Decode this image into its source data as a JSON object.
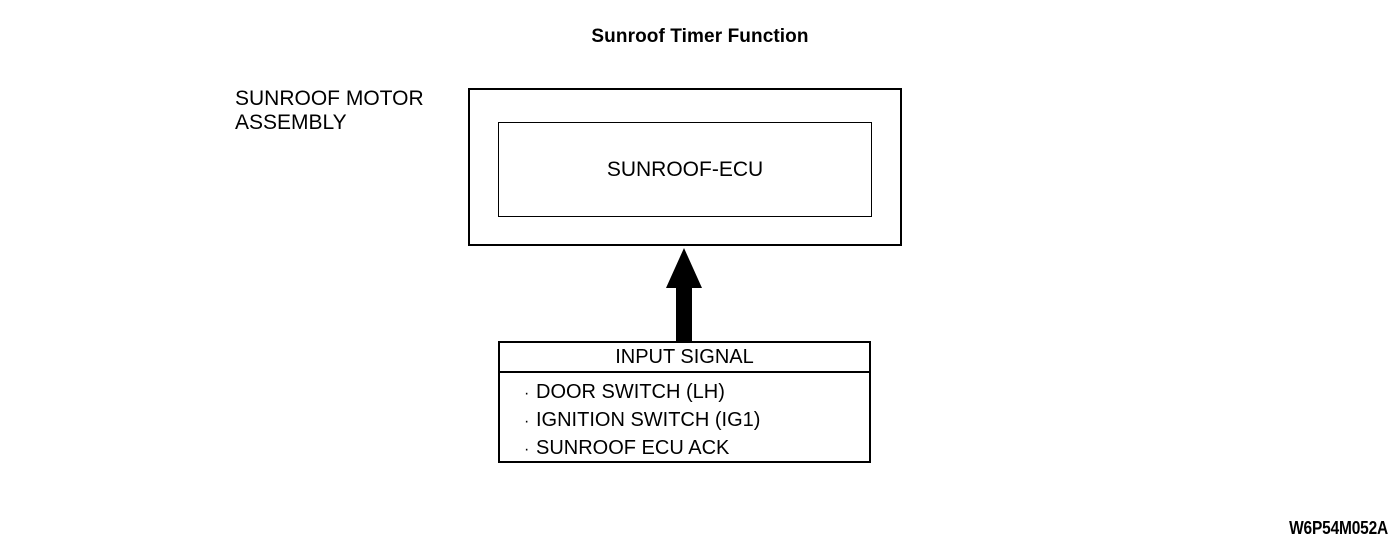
{
  "title": "Sunroof Timer Function",
  "assembly": {
    "label": "SUNROOF MOTOR\nASSEMBLY",
    "ecu_label": "SUNROOF-ECU"
  },
  "arrow": {
    "icon": "arrow-up-icon",
    "direction": "up",
    "color": "#000000"
  },
  "input_signal": {
    "header": "INPUT SIGNAL",
    "bullet": "·",
    "items": [
      {
        "label": "DOOR SWITCH (LH)"
      },
      {
        "label": "IGNITION SWITCH (IG1)"
      },
      {
        "label": "SUNROOF ECU ACK"
      }
    ]
  },
  "figure_code": "W6P54M052A",
  "colors": {
    "line": "#000000",
    "text": "#000000",
    "background": "#ffffff"
  }
}
